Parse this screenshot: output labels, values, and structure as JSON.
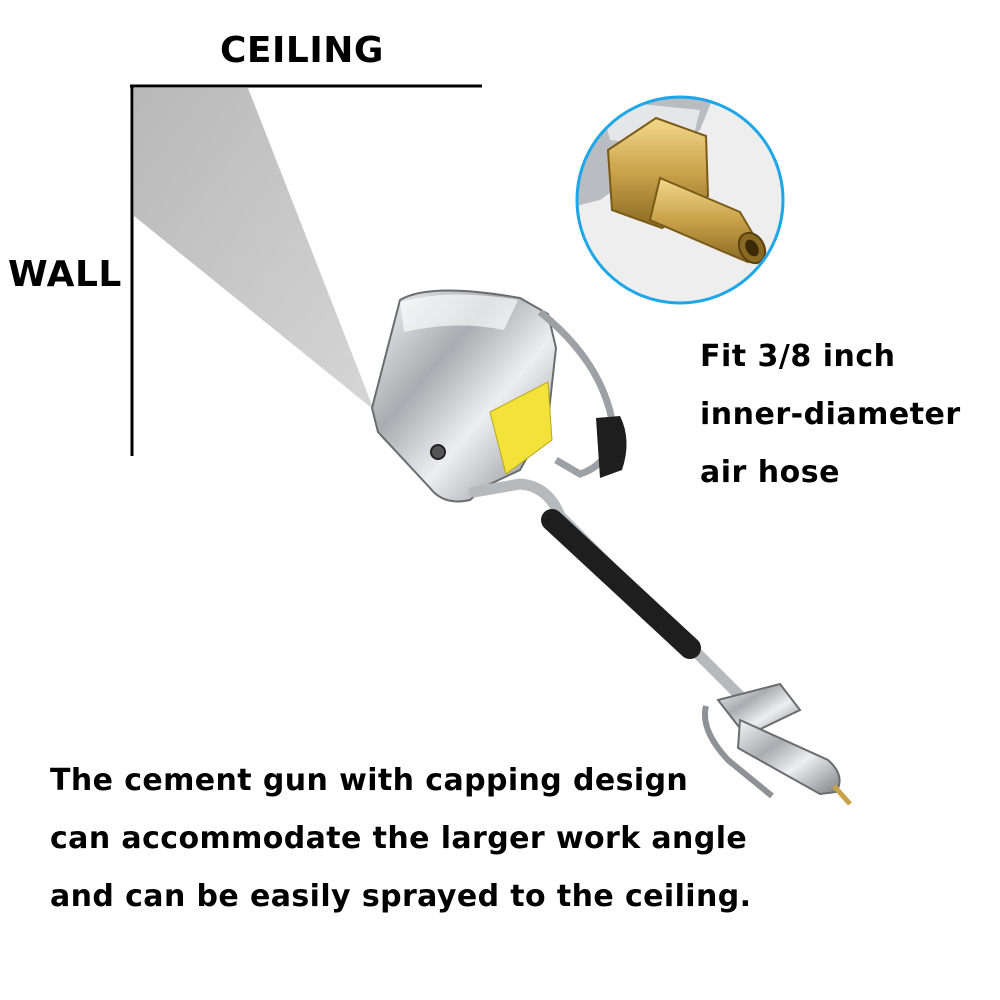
{
  "labels": {
    "ceiling": "CEILING",
    "wall": "WALL"
  },
  "hose_note": {
    "lines": [
      "Fit 3/8 inch",
      "inner-diameter",
      "air hose"
    ]
  },
  "caption": {
    "lines": [
      "The cement gun with capping design",
      "can accommodate the larger work angle",
      "and can be easily sprayed to the ceiling."
    ]
  },
  "colors": {
    "text": "#000000",
    "spray_cone": "#c4c4c4",
    "inset_ring": "#1ea7e8",
    "brass": "#c9a24a",
    "steel": "#d8dadd",
    "grip": "#1e1e1e",
    "warning_label": "#f2e23a"
  }
}
